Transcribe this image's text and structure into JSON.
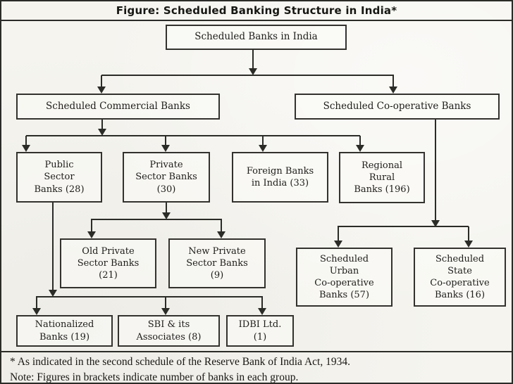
{
  "title": "Figure: Scheduled Banking Structure in India*",
  "nodes": {
    "scheduled_banks": {
      "label": "Scheduled Banks in India"
    },
    "commercial": {
      "label": "Scheduled Commercial Banks"
    },
    "cooperative": {
      "label": "Scheduled Co-operative Banks"
    },
    "public": {
      "label": "Public\nSector\nBanks (28)"
    },
    "private": {
      "label": "Private\nSector Banks\n(30)"
    },
    "foreign": {
      "label": "Foreign Banks\nin India (33)"
    },
    "regional": {
      "label": "Regional\nRural\nBanks (196)"
    },
    "old_private": {
      "label": "Old Private\nSector Banks\n(21)"
    },
    "new_private": {
      "label": "New Private\nSector Banks\n(9)"
    },
    "urban_coop": {
      "label": "Scheduled\nUrban\nCo-operative\nBanks (57)"
    },
    "state_coop": {
      "label": "Scheduled\nState\nCo-operative\nBanks (16)"
    },
    "nationalized": {
      "label": "Nationalized\nBanks (19)"
    },
    "sbi": {
      "label": "SBI & its\nAssociates (8)"
    },
    "idbi": {
      "label": "IDBI Ltd.\n(1)"
    }
  },
  "edges": [
    [
      "Scheduled Banks in India",
      "Scheduled Commercial Banks"
    ],
    [
      "Scheduled Banks in India",
      "Scheduled Co-operative Banks"
    ],
    [
      "Scheduled Commercial Banks",
      "Public Sector Banks (28)"
    ],
    [
      "Scheduled Commercial Banks",
      "Private Sector Banks (30)"
    ],
    [
      "Scheduled Commercial Banks",
      "Foreign Banks in India (33)"
    ],
    [
      "Scheduled Commercial Banks",
      "Regional Rural Banks (196)"
    ],
    [
      "Private Sector Banks (30)",
      "Old Private Sector Banks (21)"
    ],
    [
      "Private Sector Banks (30)",
      "New Private Sector Banks (9)"
    ],
    [
      "Public Sector Banks (28)",
      "Nationalized Banks (19)"
    ],
    [
      "Public Sector Banks (28)",
      "SBI & its Associates (8)"
    ],
    [
      "Public Sector Banks (28)",
      "IDBI Ltd. (1)"
    ],
    [
      "Scheduled Co-operative Banks",
      "Scheduled Urban Co-operative Banks (57)"
    ],
    [
      "Scheduled Co-operative Banks",
      "Scheduled State Co-operative Banks (16)"
    ]
  ],
  "footnotes": {
    "asterisk": "* As indicated in the second schedule of the Reserve Bank of India Act, 1934.",
    "note": "Note: Figures in brackets indicate number of banks in each group."
  },
  "colors": {
    "paper": "#f5f4ef",
    "ink": "#2b2b28"
  }
}
